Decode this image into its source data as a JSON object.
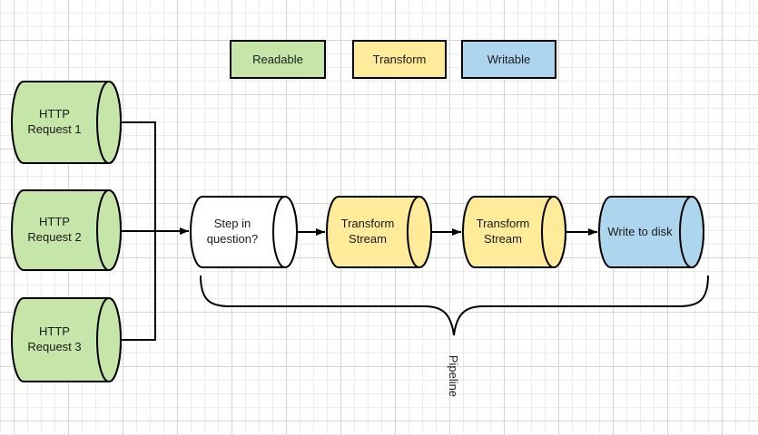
{
  "canvas": {
    "background_color": "#ffffff",
    "grid_minor_color": "#ececec",
    "grid_major_color": "#d6d6d6"
  },
  "legend": {
    "items": [
      {
        "label": "Readable",
        "color": "#c5e6a8"
      },
      {
        "label": "Transform",
        "color": "#ffeb99"
      },
      {
        "label": "Writable",
        "color": "#add6ee"
      }
    ]
  },
  "sources": [
    {
      "label": "HTTP Request 1",
      "type": "readable",
      "color": "#c5e6a8"
    },
    {
      "label": "HTTP Request 2",
      "type": "readable",
      "color": "#c5e6a8"
    },
    {
      "label": "HTTP Request 3",
      "type": "readable",
      "color": "#c5e6a8"
    }
  ],
  "pipeline": {
    "steps": [
      {
        "label": "Step in question?",
        "type": "unknown",
        "color": "#ffffff"
      },
      {
        "label": "Transform Stream",
        "type": "transform",
        "color": "#ffeb99"
      },
      {
        "label": "Transform Stream",
        "type": "transform",
        "color": "#ffeb99"
      },
      {
        "label": "Write to disk",
        "type": "writable",
        "color": "#add6ee"
      }
    ],
    "brace_label": "Pipeline",
    "line_color": "#000000"
  }
}
